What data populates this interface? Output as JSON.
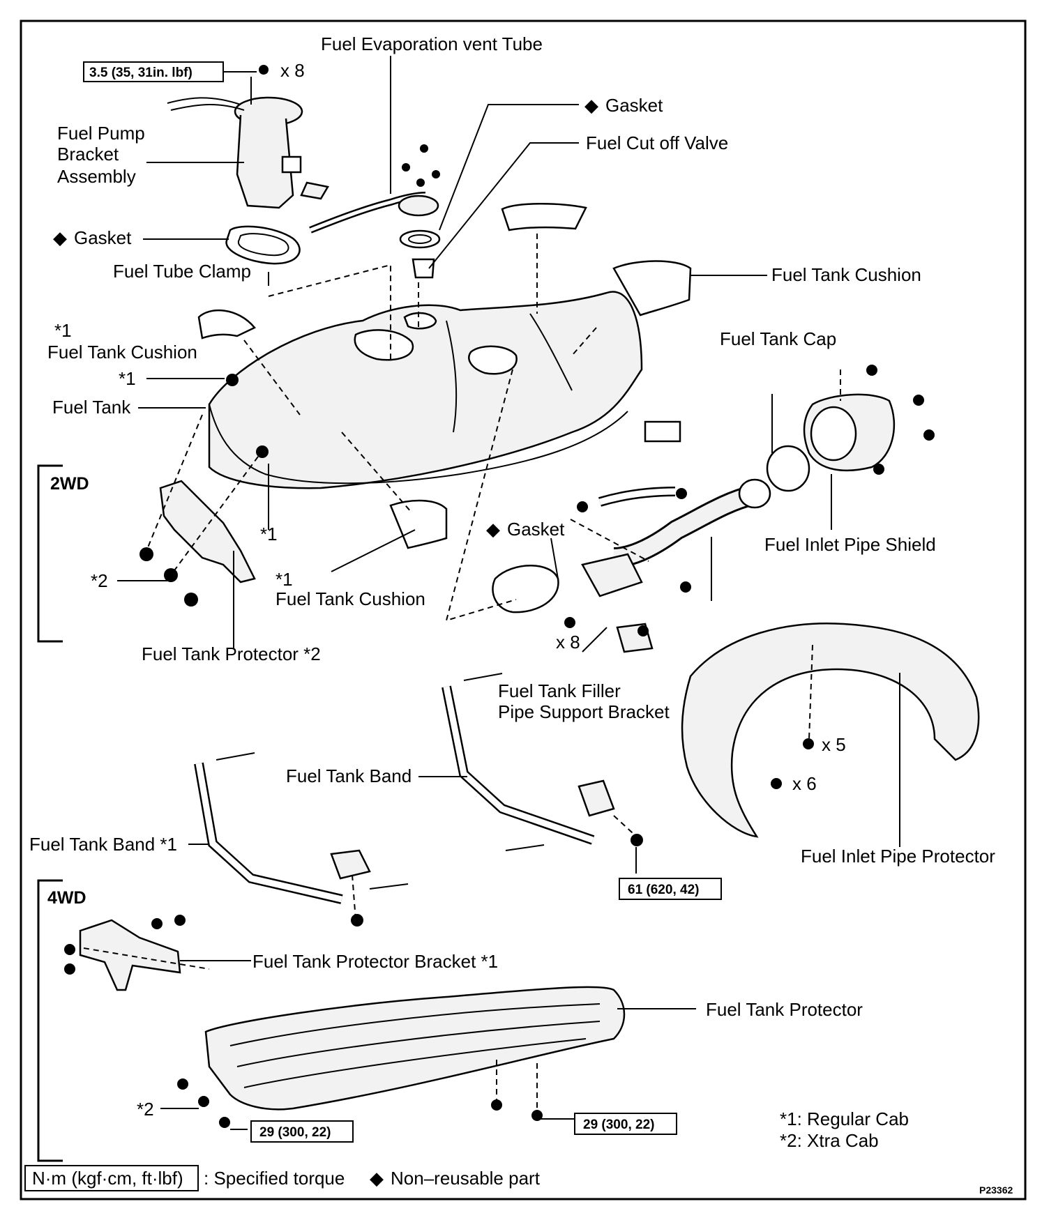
{
  "figure_id": "P23362",
  "torque": {
    "pump_screws": "3.5 (35, 31in. lbf)",
    "band_bolt": "61 (620, 42)",
    "protector_bolt_left": "29 (300, 22)",
    "protector_bolt_right": "29 (300, 22)"
  },
  "labels": {
    "fuel_evap_vent_tube": "Fuel Evaporation vent Tube",
    "gasket_top": "Gasket",
    "fuel_cut_off_valve": "Fuel Cut off Valve",
    "fuel_pump_bracket_1": "Fuel Pump",
    "fuel_pump_bracket_2": "Bracket",
    "fuel_pump_bracket_3": "Assembly",
    "gasket_left": "Gasket",
    "fuel_tube_clamp": "Fuel Tube Clamp",
    "fuel_tank_cushion_right": "Fuel Tank Cushion",
    "note1_cushion_left": "*1",
    "fuel_tank_cushion_left": "Fuel Tank Cushion",
    "note1_nut": "*1",
    "fuel_tank": "Fuel Tank",
    "fuel_tank_cap": "Fuel Tank Cap",
    "fuel_inlet_pipe_shield": "Fuel Inlet Pipe Shield",
    "gasket_mid": "Gasket",
    "note1_mid": "*1",
    "note1_cushion_bottom": "*1",
    "fuel_tank_cushion_bottom": "Fuel Tank Cushion",
    "note2_bolt": "*2",
    "fuel_tank_protector_2": "Fuel Tank Protector *2",
    "x8_top": "x 8",
    "x8_mid": "x 8",
    "filler_bracket_1": "Fuel Tank Filler",
    "filler_bracket_2": "Pipe Support Bracket",
    "x5": "x 5",
    "x6": "x 6",
    "fuel_tank_band": "Fuel Tank Band",
    "fuel_tank_band_1": "Fuel Tank Band *1",
    "fuel_inlet_pipe_protector": "Fuel Inlet Pipe Protector",
    "fuel_tank_protector_bracket": "Fuel Tank Protector Bracket *1",
    "fuel_tank_protector": "Fuel Tank Protector",
    "note2_bottom": "*2",
    "legend_regular": "*1: Regular Cab",
    "legend_xtra": "*2: Xtra Cab"
  },
  "sections": {
    "two_wd": "2WD",
    "four_wd": "4WD"
  },
  "footer": {
    "unit_box": "N·m (kgf·cm, ft·lbf)",
    "specified_torque": ": Specified torque",
    "non_reusable": "Non–reusable part"
  }
}
